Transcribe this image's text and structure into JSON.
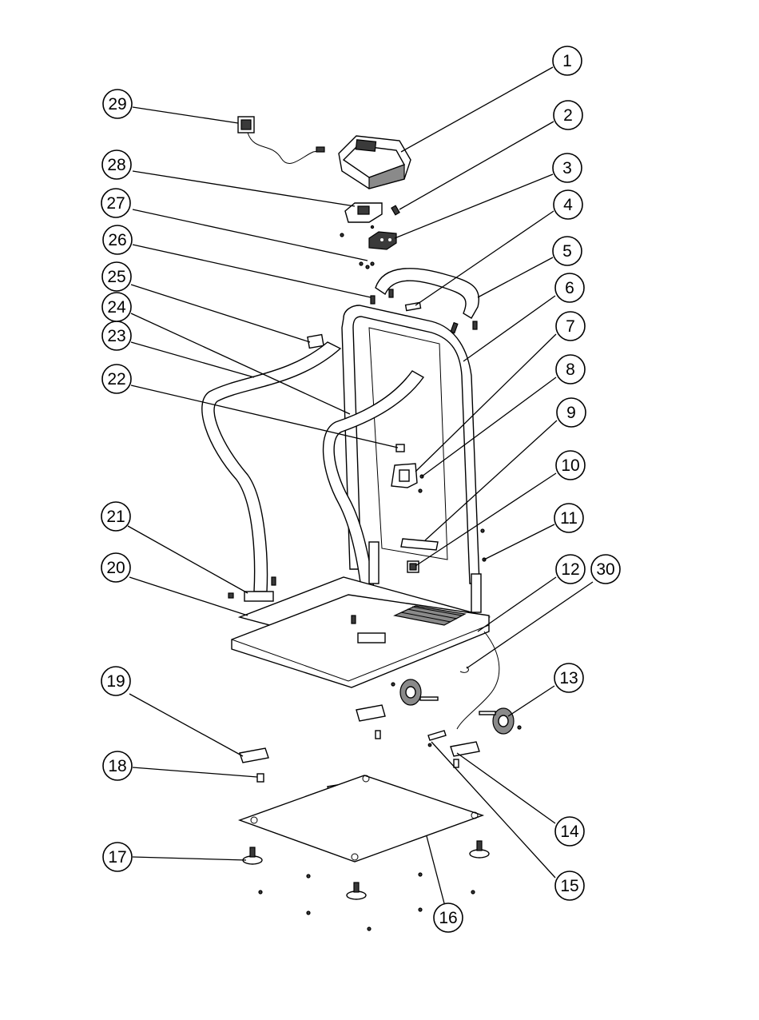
{
  "diagram": {
    "callouts": [
      {
        "id": "c1",
        "label": "1"
      },
      {
        "id": "c2",
        "label": "2"
      },
      {
        "id": "c3",
        "label": "3"
      },
      {
        "id": "c4",
        "label": "4"
      },
      {
        "id": "c5",
        "label": "5"
      },
      {
        "id": "c6",
        "label": "6"
      },
      {
        "id": "c7",
        "label": "7"
      },
      {
        "id": "c8",
        "label": "8"
      },
      {
        "id": "c9",
        "label": "9"
      },
      {
        "id": "c10",
        "label": "10"
      },
      {
        "id": "c11",
        "label": "11"
      },
      {
        "id": "c12",
        "label": "12"
      },
      {
        "id": "c30",
        "label": "30"
      },
      {
        "id": "c13",
        "label": "13"
      },
      {
        "id": "c14",
        "label": "14"
      },
      {
        "id": "c15",
        "label": "15"
      },
      {
        "id": "c16",
        "label": "16"
      },
      {
        "id": "c17",
        "label": "17"
      },
      {
        "id": "c18",
        "label": "18"
      },
      {
        "id": "c19",
        "label": "19"
      },
      {
        "id": "c20",
        "label": "20"
      },
      {
        "id": "c21",
        "label": "21"
      },
      {
        "id": "c22",
        "label": "22"
      },
      {
        "id": "c23",
        "label": "23"
      },
      {
        "id": "c24",
        "label": "24"
      },
      {
        "id": "c25",
        "label": "25"
      },
      {
        "id": "c26",
        "label": "26"
      },
      {
        "id": "c27",
        "label": "27"
      },
      {
        "id": "c28",
        "label": "28"
      },
      {
        "id": "c29",
        "label": "29"
      }
    ]
  }
}
